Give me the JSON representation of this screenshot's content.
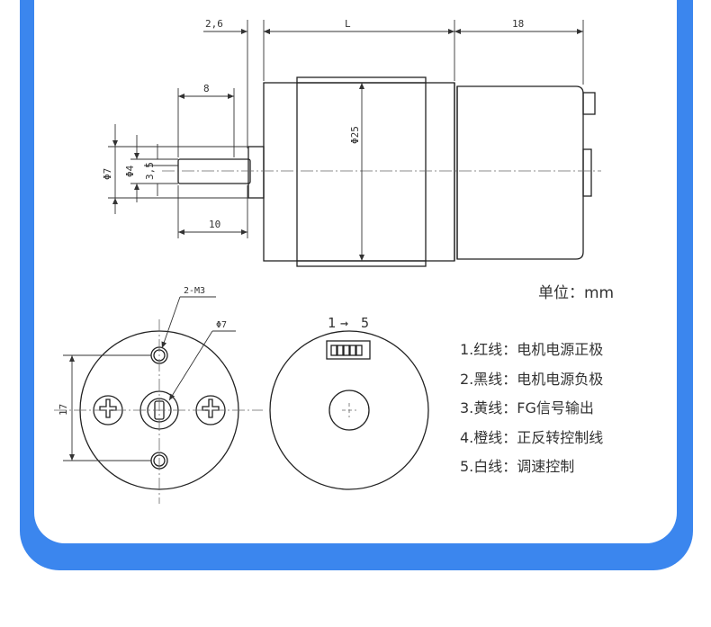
{
  "dimensions": {
    "flange_thickness": "2,6",
    "gearbox_length": "L",
    "motor_length": "18",
    "shaft_flat_length": "8",
    "shaft_outer_dia": "Φ7",
    "shaft_dia": "Φ4",
    "shaft_flat": "3,5",
    "shaft_length": "10",
    "body_dia": "Φ25",
    "mount_holes": "2-M3",
    "boss_dia": "Φ7",
    "hole_spacing": "17",
    "pin_range_from": "1",
    "pin_range_arrow": "→",
    "pin_range_to": "5"
  },
  "unit_label": "单位：mm",
  "wires": [
    "1.红线：电机电源正极",
    "2.黑线：电机电源负极",
    "3.黄线：FG信号输出",
    "4.橙线：正反转控制线",
    "5.白线：调速控制"
  ],
  "colors": {
    "accent": "#3b86ee",
    "line": "#222222",
    "dim_line": "#333333",
    "center_line": "#666666"
  }
}
